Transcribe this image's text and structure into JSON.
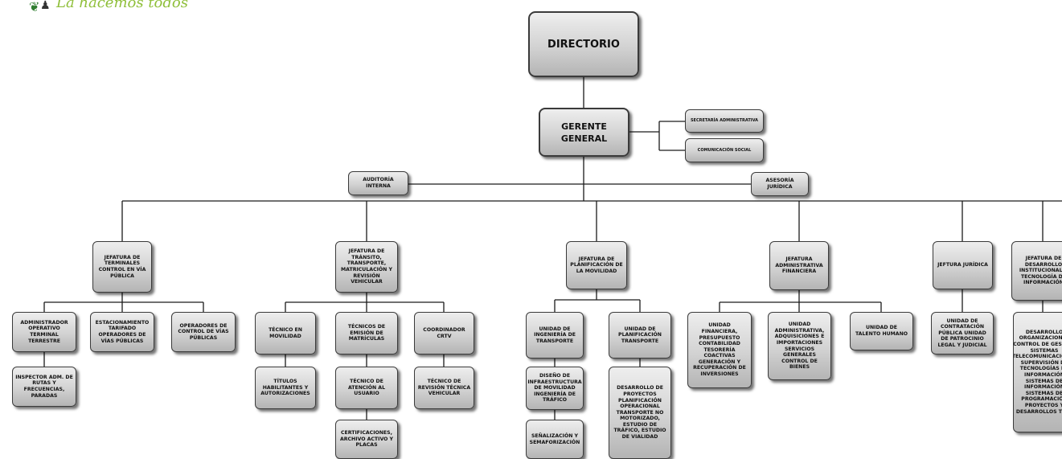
{
  "logo": {
    "slogan": "La hacemos todos"
  },
  "nodes": {
    "directorio": "DIRECTORIO",
    "gerente": "GERENTE GENERAL",
    "secretaria": "SECRETARÍA ADMINISTRATIVA",
    "comunicacion": "COMUNICACIÓN SOCIAL",
    "auditoria": "AUDITORÍA INTERNA",
    "asesoria": "ASESORÍA JURÍDICA",
    "jef_terminales": "JEFATURA DE TERMINALES CONTROL EN VÍA PÚBLICA",
    "jef_transito": "JEFATURA DE TRÁNSITO, TRANSPORTE, MATRICULACIÓN Y REVISIÓN VEHICULAR",
    "jef_planificacion": "JEFATURA DE PLANIFICACIÓN DE LA MOVILIDAD",
    "jef_administrativa": "JEFATURA ADMINISTRATIVA FINANCIERA",
    "jef_juridica": "JEFTURA JURÍDICA",
    "jef_desarrollo": "JEFATURA DE DESARROLLO INSTITUCIONAL Y TECNOLOGÍA DE INFORMACIÓN",
    "administrador": "ADMINISTRADOR OPERATIVO TERMINAL TERRESTRE",
    "inspector": "INSPECTOR ADM. DE RUTAS Y FRECUENCIAS, PARADAS",
    "estacionamiento": "ESTACIONAMIENTO TARIFADO OPERADORES DE VÍAS PÚBLICAS",
    "operadores": "OPERADORES DE CONTROL DE VÍAS PÚBLICAS",
    "tec_movilidad": "TÉCNICO EN MOVILIDAD",
    "titulos": "TÍTULOS HABILITANTES Y AUTORIZACIONES",
    "tec_emision": "TÉCNICOS DE EMISIÓN DE MATRÍCULAS",
    "tec_atencion": "TÉCNICO DE ATENCIÓN AL USUARIO",
    "certificaciones": "CERTIFICACIONES, ARCHIVO ACTIVO Y PLACAS",
    "coordinador": "COORDINADOR CRTV",
    "tec_revision": "TÉCNICO DE REVISIÓN TÉCNICA VEHICULAR",
    "u_ingenieria": "UNIDAD DE INGENIERÍA DE TRANSPORTE",
    "diseno": "DISEÑO DE INFRAESTRUCTURA DE MOVILIDAD INGENIERÍA DE TRÁFICO",
    "senalizacion": "SEÑALIZACIÓN Y SEMAFORIZACIÓN",
    "u_planificacion": "UNIDAD DE PLANIFICACIÓN TRANSPORTE",
    "desarrollo_proy": "DESARROLLO DE PROYECTOS PLANIFICACIÓN OPERACIONAL TRANSPORTE NO MOTORIZADO, ESTUDIO DE TRÁFICO, ESTUDIO DE VIALIDAD",
    "u_financiera": "UNIDAD FINANCIERA, PRESUPUESTO CONTABILIDAD TESORERÍA COACTIVAS GENERACIÓN Y RECUPERACIÓN DE INVERSIONES",
    "u_administrativa": "UNIDAD ADMINISTRATIVA, ADQUISICIONES E IMPORTACIONES SERVICIOS GENERALES CONTROL DE BIENES",
    "u_talento": "UNIDAD DE TALENTO HUMANO",
    "u_contratacion": "UNIDAD DE CONTRATACIÓN PÚBLICA UNIDAD DE PATROCINIO LEGAL Y JUDICIAL",
    "desarrollo_org": "DESARROLLO ORGANIZACIONAL CONTROL DE GESTIÓN SISTEMAS TELECOMUNICACIONES SUPERVISIÓN DE TECNOLOGÍAS DE INFORMACIÓN SISTEMAS DE INFORMACIÓN SISTEMAS DE PROGRAMACIÓN PROYECTOS Y DESARROLLOS TIC'S"
  }
}
